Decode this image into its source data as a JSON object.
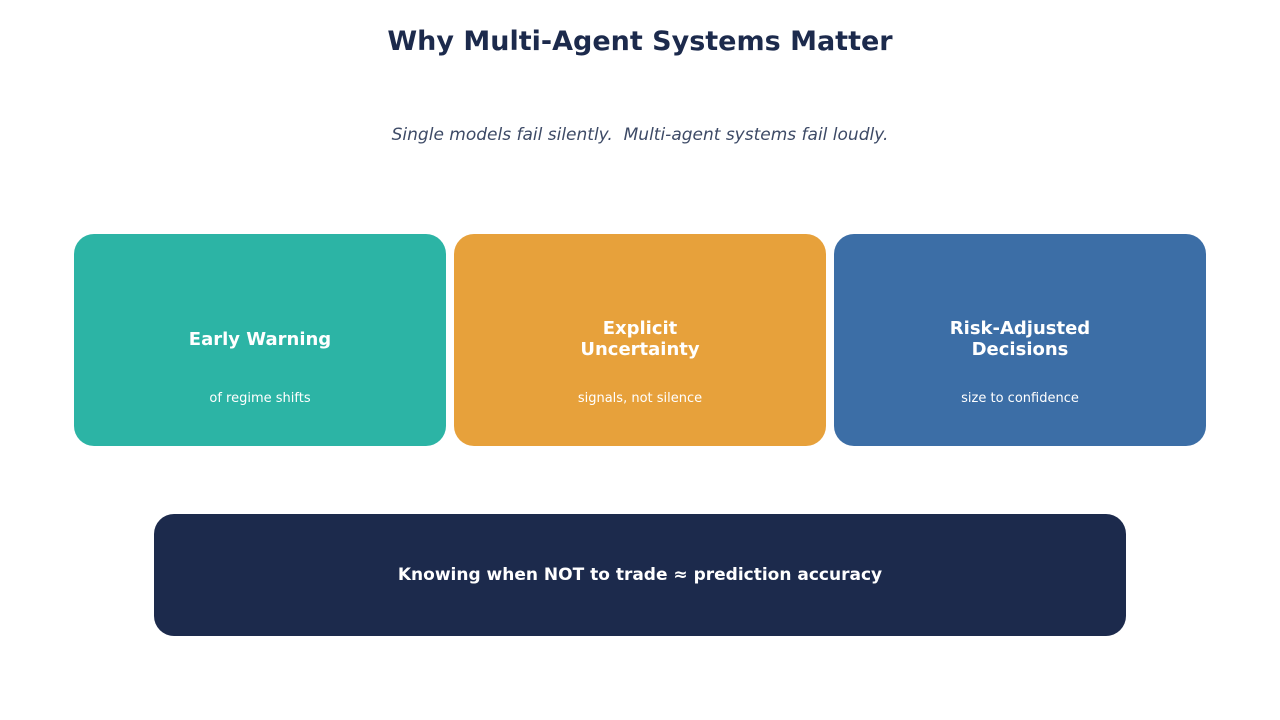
{
  "title": "Why Multi-Agent Systems Matter",
  "subtitle": "Single models fail silently.  Multi-agent systems fail loudly.",
  "cards": [
    {
      "title": "Early Warning",
      "subtitle": "of regime shifts",
      "color": "#2cb4a5"
    },
    {
      "title": "Explicit Uncertainty",
      "subtitle": "signals, not silence",
      "color": "#e7a13b"
    },
    {
      "title": "Risk-Adjusted Decisions",
      "subtitle": "size to confidence",
      "color": "#3c6ea6"
    }
  ],
  "banner": {
    "text": "Knowing when NOT to trade ≈ prediction accuracy",
    "color": "#1c2a4c"
  }
}
